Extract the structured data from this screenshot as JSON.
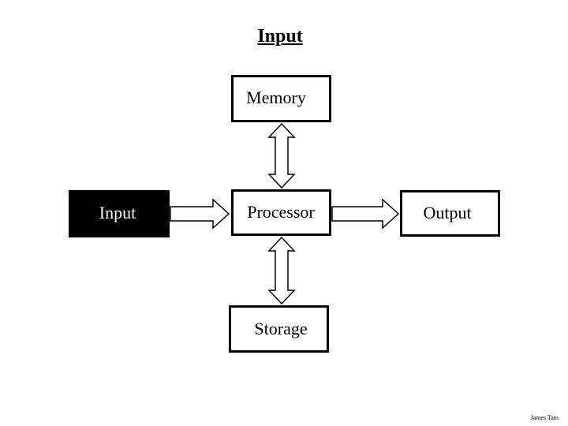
{
  "slide": {
    "title": "Input",
    "author": "James Tam"
  },
  "diagram": {
    "nodes": {
      "memory": "Memory",
      "input": "Input",
      "processor": "Processor",
      "output": "Output",
      "storage": "Storage"
    },
    "highlighted_node": "input",
    "colors": {
      "highlight_fill": "#000000",
      "highlight_text": "#ffffff",
      "normal_fill": "#ffffff",
      "stroke": "#000000"
    }
  }
}
